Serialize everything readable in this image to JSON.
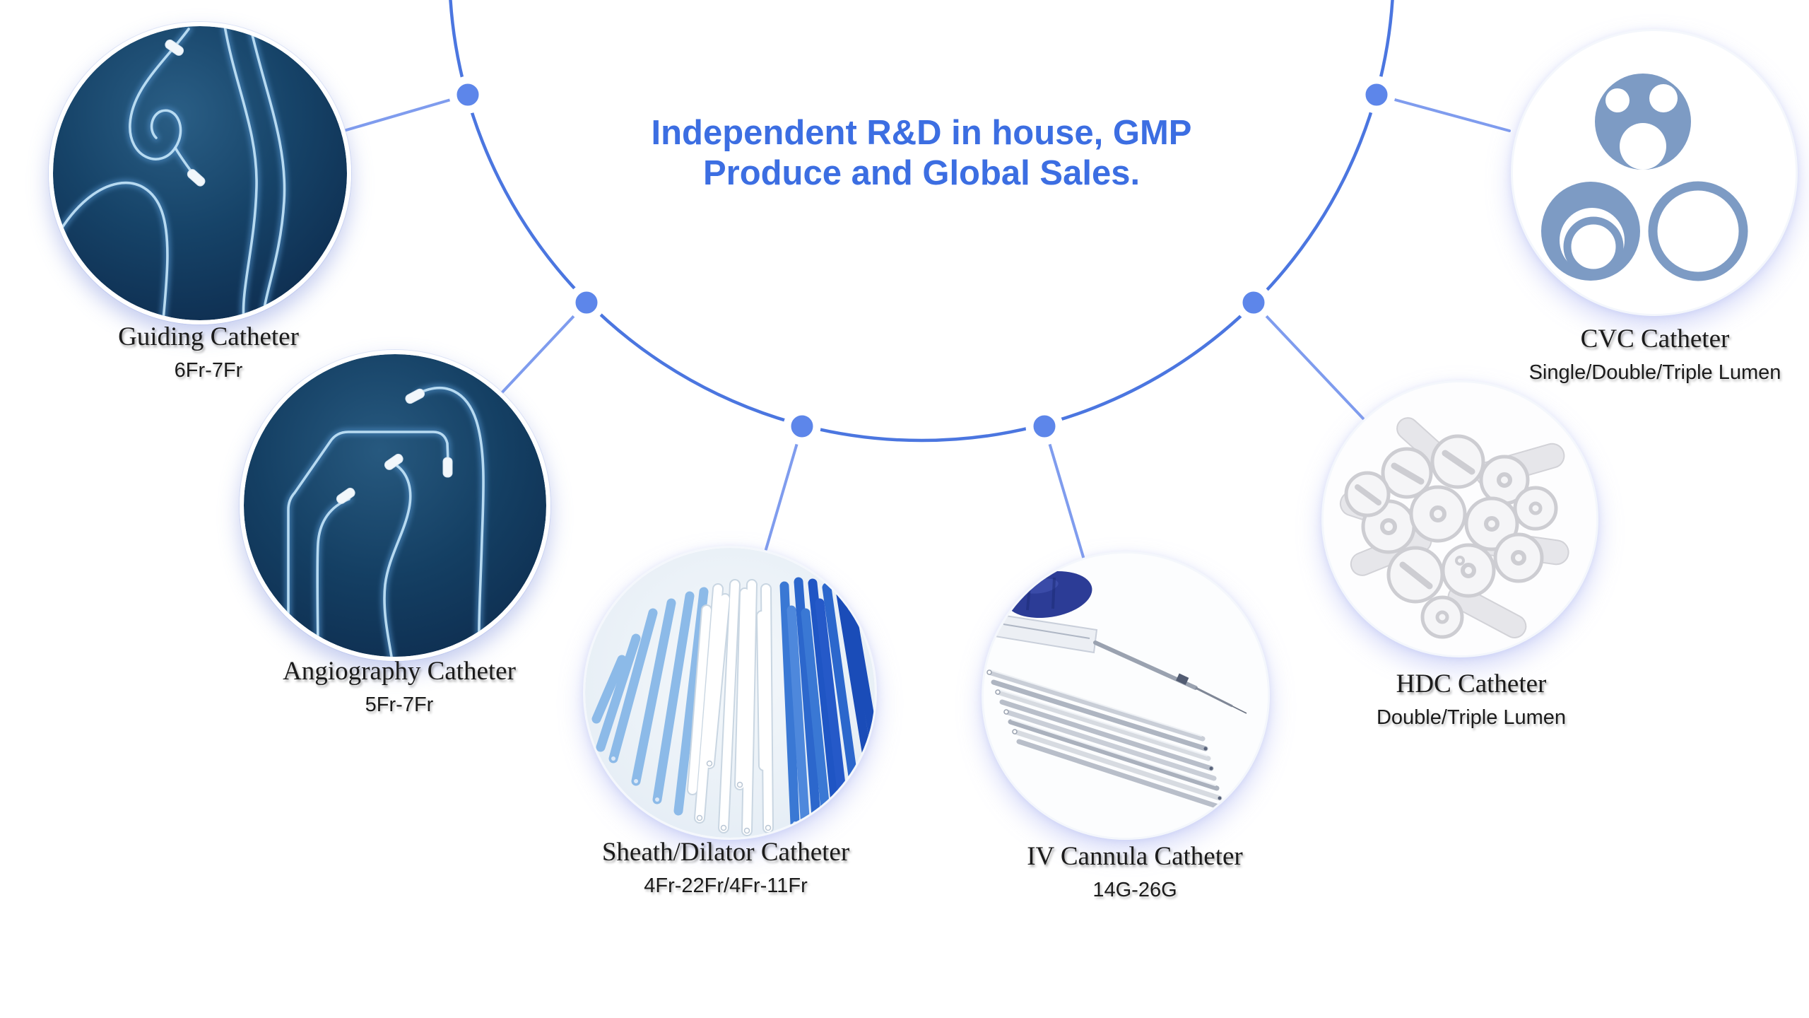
{
  "header": {
    "title_line1": "Independent R&D in house, GMP",
    "title_line2": "Produce and Global Sales."
  },
  "products": [
    {
      "name": "Guiding Catheter",
      "spec": "6Fr-7Fr"
    },
    {
      "name": "Angiography Catheter",
      "spec": "5Fr-7Fr"
    },
    {
      "name": "Sheath/Dilator Catheter",
      "spec": "4Fr-22Fr/4Fr-11Fr"
    },
    {
      "name": "IV Cannula Catheter",
      "spec": "14G-26G"
    },
    {
      "name": "HDC Catheter",
      "spec": "Double/Triple Lumen"
    },
    {
      "name": "CVC Catheter",
      "spec": "Single/Double/Triple Lumen"
    }
  ],
  "colors": {
    "accent": "#3c6ee2",
    "arc": "#4b76e0",
    "line": "#7f9cee",
    "dot": "#5d86ea",
    "labeltext": "#1b1b1b",
    "navy1": "#2a5e85",
    "navy2": "#164368",
    "navy3": "#0d2b4d",
    "tubeGlow": "#4c88c0",
    "tubeCore": "#bfe0f5",
    "cvcIcon": "#7d9bc4"
  }
}
